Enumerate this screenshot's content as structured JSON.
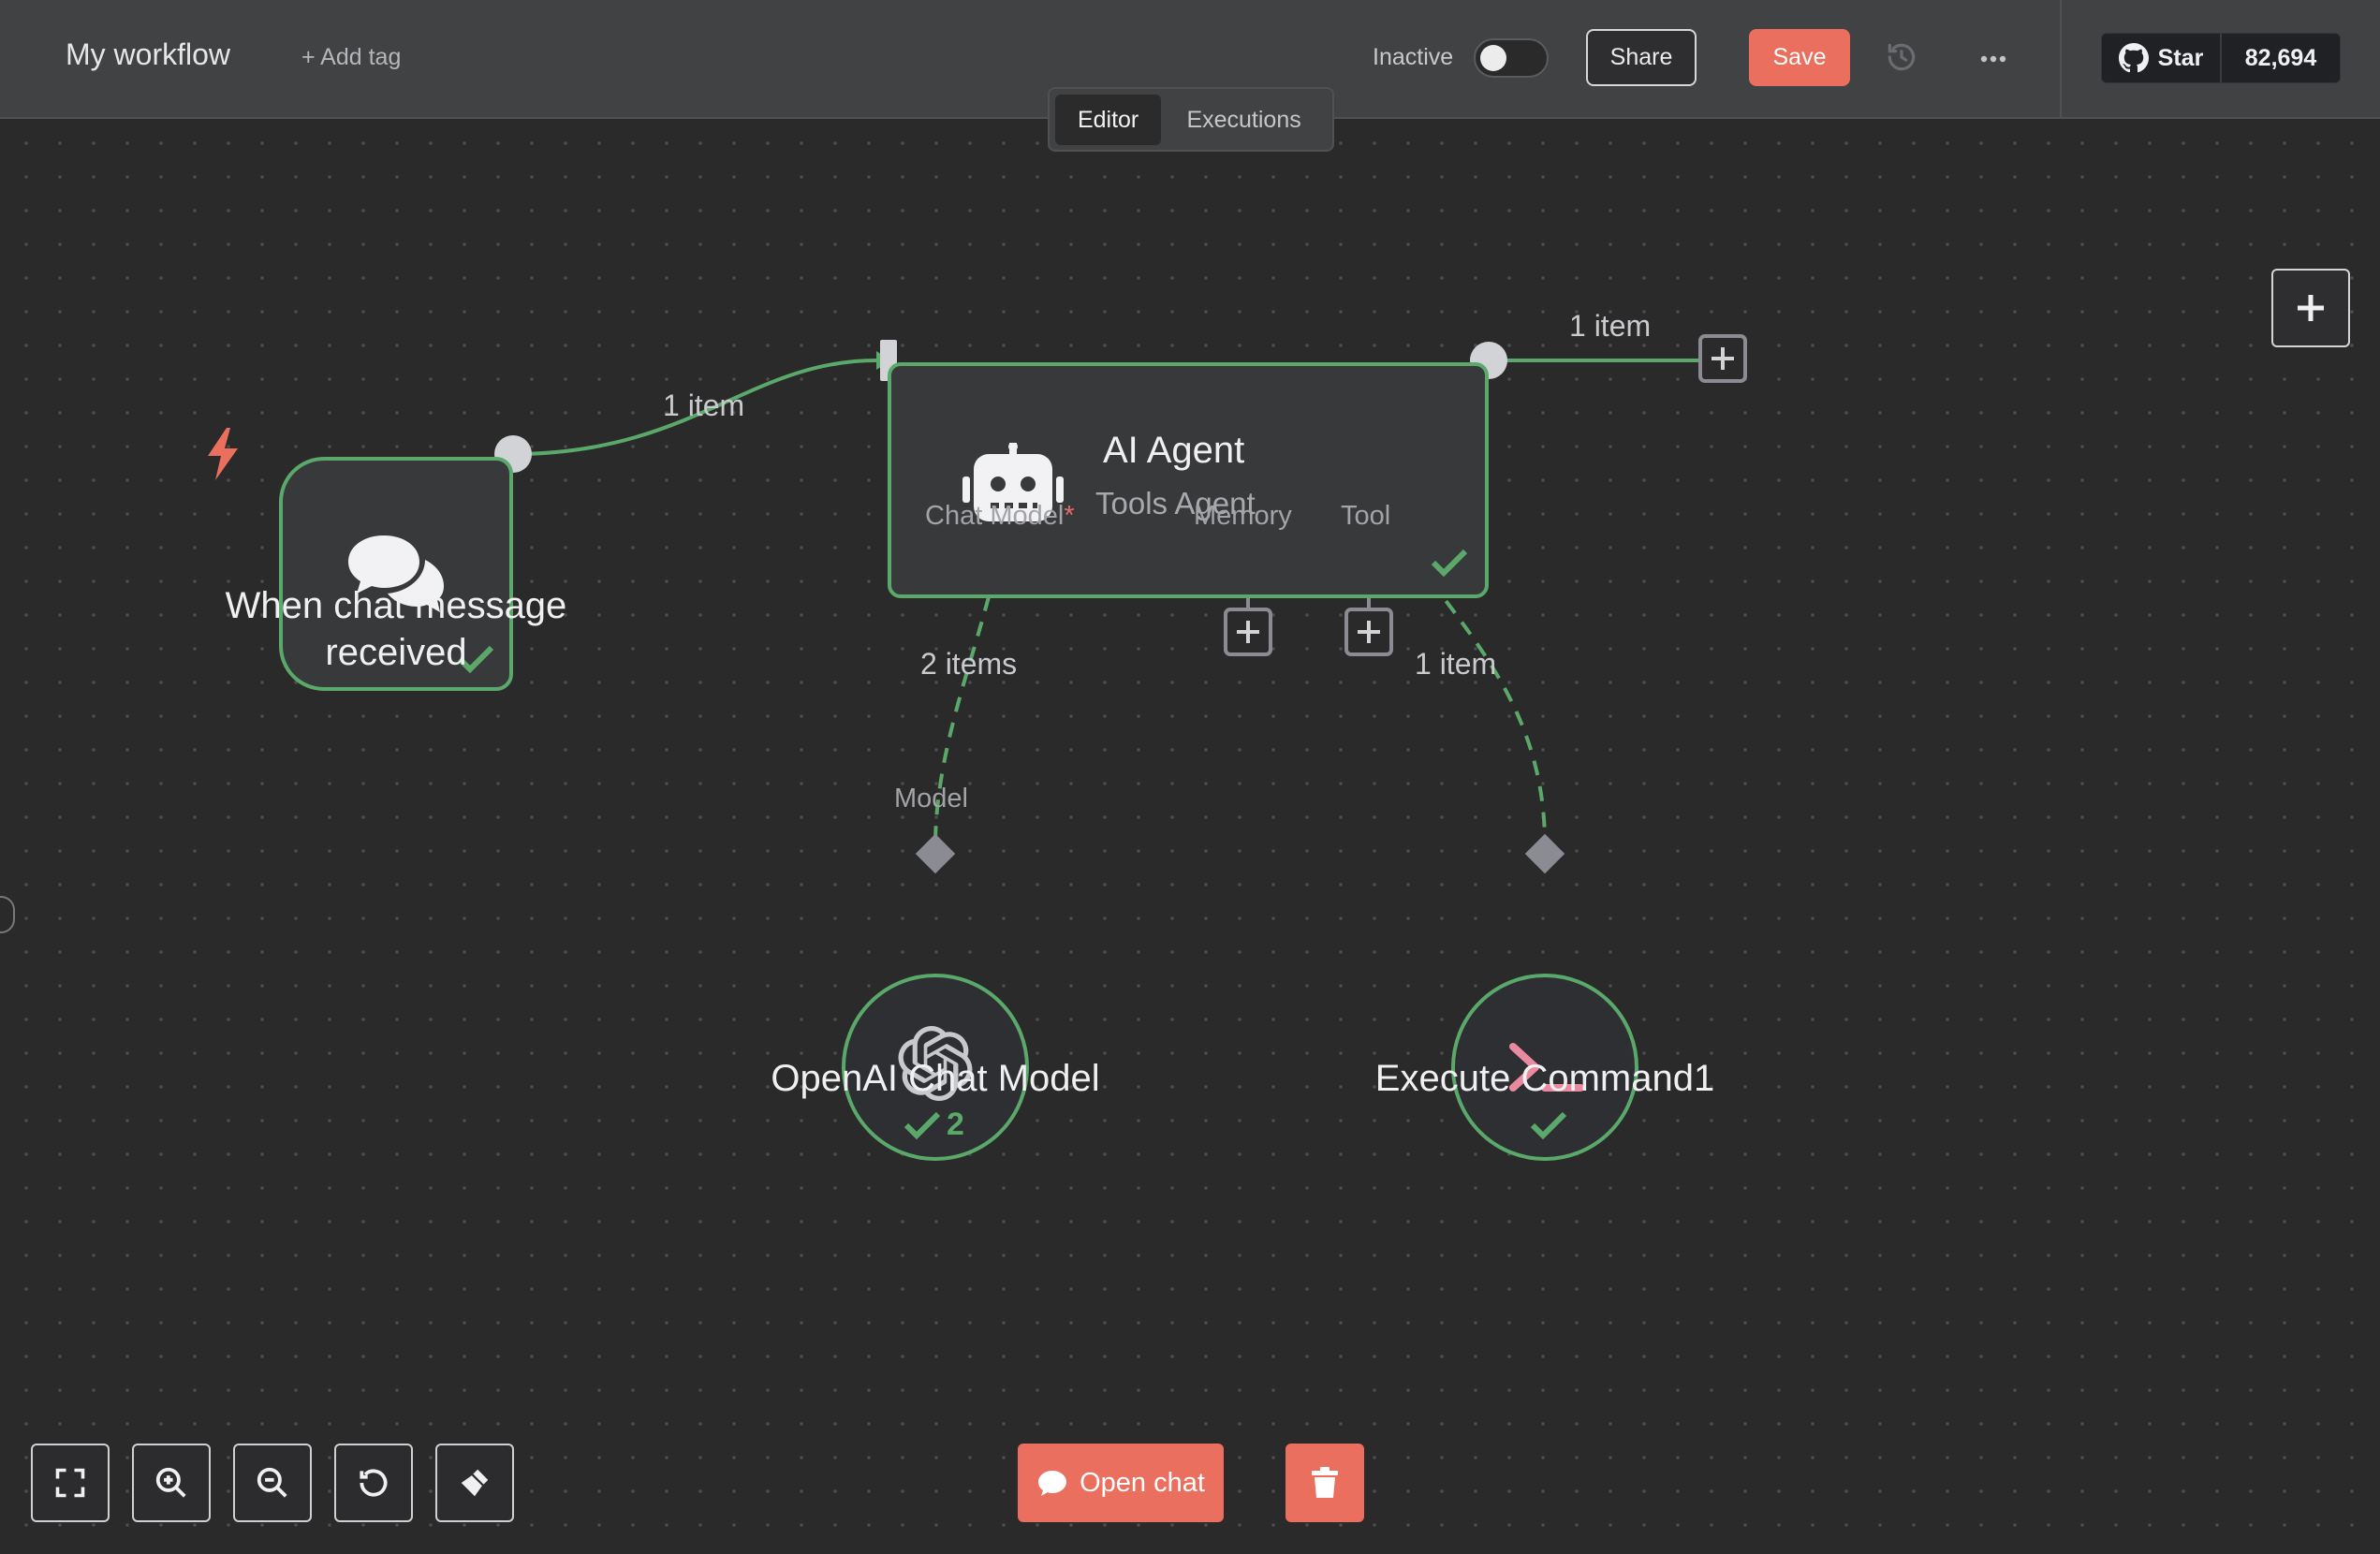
{
  "header": {
    "workflow_name": "My workflow",
    "add_tag": "+ Add tag",
    "status_label": "Inactive",
    "share_label": "Share",
    "save_label": "Save",
    "github": {
      "star_label": "Star",
      "star_count": "82,694"
    }
  },
  "tabs": [
    {
      "label": "Editor",
      "active": true
    },
    {
      "label": "Executions",
      "active": false
    }
  ],
  "nodes": {
    "trigger": {
      "label": "When chat message received",
      "icon": "chat-bubbles-icon",
      "status": "success"
    },
    "agent": {
      "title": "AI Agent",
      "subtitle": "Tools Agent",
      "icon": "robot-icon",
      "status": "success",
      "ports": {
        "chat_model": "Chat Model",
        "chat_model_required": "*",
        "memory": "Memory",
        "tool": "Tool"
      }
    },
    "openai": {
      "label": "OpenAI Chat Model",
      "icon": "openai-icon",
      "run_count": "2",
      "port": "Model"
    },
    "execute": {
      "label": "Execute Command1",
      "icon": "terminal-icon",
      "status": "success"
    }
  },
  "edges": {
    "trigger_to_agent": "1 item",
    "agent_out": "1 item",
    "model_to_agent": "2 items",
    "tool_to_agent": "1 item"
  },
  "bottom": {
    "open_chat_label": "Open chat"
  },
  "colors": {
    "accent": "#ea6f5e",
    "success": "#5aa86a",
    "canvas": "#2a2a2a",
    "header": "#414244"
  }
}
